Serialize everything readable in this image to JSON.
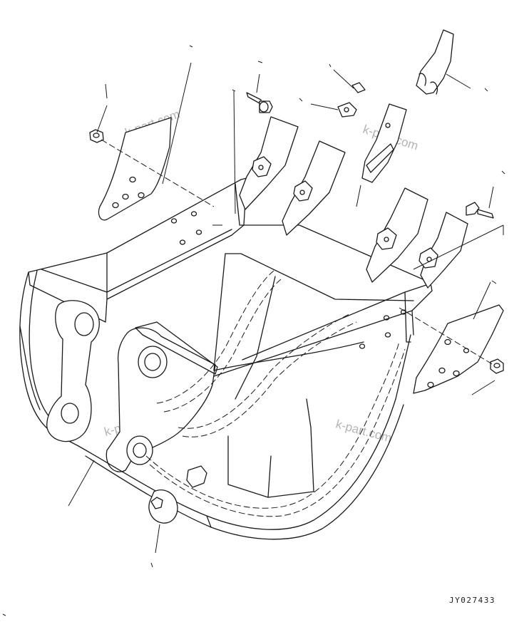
{
  "drawing": {
    "code": "JY027433",
    "watermarks": [
      "k-part.com",
      "k-part.com",
      "k-part.com",
      "k-part.com"
    ]
  }
}
